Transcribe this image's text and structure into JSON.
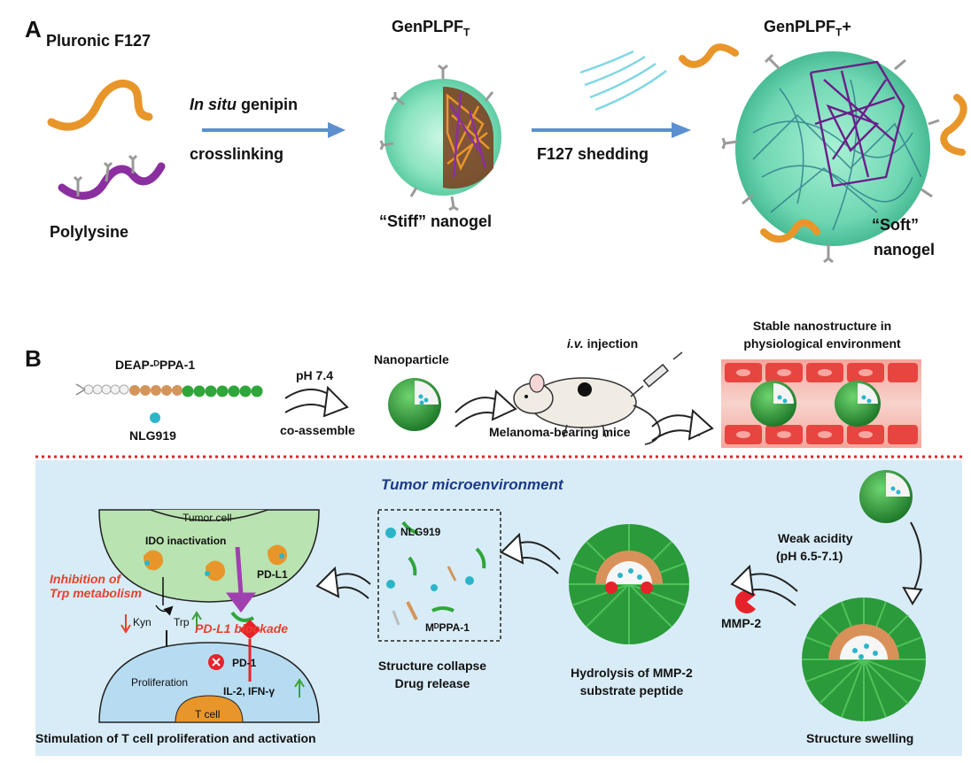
{
  "panel_a": {
    "letter": "A",
    "pluronic": "Pluronic F127",
    "polylysine": "Polylysine",
    "arrow1_line1_italic": "In situ",
    "arrow1_line1_rest": " genipin",
    "arrow1_line2": "crosslinking",
    "nanogel1_name": "GenPLPF",
    "nanogel1_sub": "T",
    "nanogel1_caption": "“Stiff” nanogel",
    "arrow2": "F127 shedding",
    "nanogel2_name": "GenPLPF",
    "nanogel2_sub": "T",
    "nanogel2_suffix": "+",
    "nanogel2_caption_line1": "“Soft”",
    "nanogel2_caption_line2": "nanogel"
  },
  "panel_b": {
    "letter": "B",
    "peptide": "DEAP-ᴰPPA-1",
    "drug": "NLG919",
    "step1_top": "pH 7.4",
    "step1_bottom": "co-assemble",
    "nanoparticle": "Nanoparticle",
    "injection_italic": "i.v.",
    "injection_rest": " injection",
    "mice": "Melanoma-bearing mice",
    "stable_line1": "Stable nanostructure in",
    "stable_line2": "physiological environment",
    "tme_title": "Tumor microenvironment",
    "weak_line1": "Weak acidity",
    "weak_line2": "(pH 6.5-7.1)",
    "swelling": "Structure swelling",
    "mmp2": "MMP-2",
    "hydrolysis_line1": "Hydrolysis of MMP-2",
    "hydrolysis_line2": "substrate peptide",
    "box_drug": "NLG919",
    "box_peptide": "MᴰPPA-1",
    "collapse_line1": "Structure collapse",
    "collapse_line2": "Drug release",
    "tumor_cell": "Tumor cell",
    "ido": "IDO inactivation",
    "inhibition_line1": "Inhibition of",
    "inhibition_line2": "Trp metabolism",
    "kyn": "Kyn",
    "trp": "Trp",
    "pdl1": "PD-L1",
    "pdl1_blockade": "PD-L1 blockade",
    "pd1": "PD-1",
    "proliferation": "Proliferation",
    "cytokines": "IL-2, IFN-γ",
    "tcell": "T cell",
    "stimulation": "Stimulation of T cell proliferation and activation"
  },
  "colors": {
    "f127": "#e8962a",
    "polylysine": "#8b2fa0",
    "arrow_blue": "#5b8fd0",
    "nanogel_shell": "#7ee0b8",
    "nano_green": "#2e9a3a",
    "tme_bg": "#d8ecf7",
    "dotted_red": "#d9242b",
    "tumor_cell": "#b9e3b0",
    "tcell": "#b7dcf2",
    "alert_red": "#e8412c"
  }
}
